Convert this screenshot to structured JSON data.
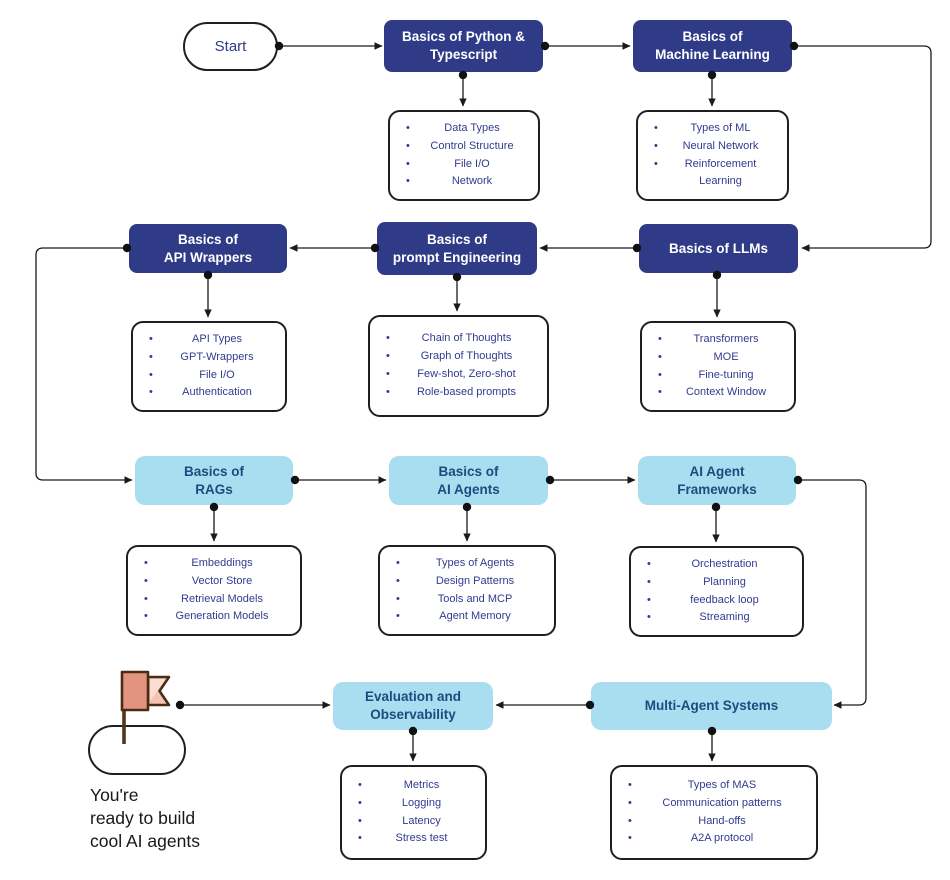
{
  "colors": {
    "node_dark_bg": "#2f3b87",
    "node_dark_text": "#ffffff",
    "node_light_bg": "#a9def1",
    "node_light_text": "#1e4b7d",
    "list_text": "#333a8f",
    "outline": "#1d1f23",
    "connector": "#1a1a1a",
    "flag_fill": "#e29480",
    "flag_light": "#f6d2c3",
    "flag_pole": "#53341a"
  },
  "start": {
    "label": "Start"
  },
  "finish": {
    "caption": "You're\nready to build\ncool AI agents"
  },
  "nodes": {
    "python": {
      "title": "Basics of Python &\nTypescript"
    },
    "ml": {
      "title": "Basics of\nMachine Learning"
    },
    "api": {
      "title": "Basics of\nAPI Wrappers"
    },
    "prompt": {
      "title": "Basics of\nprompt Engineering"
    },
    "llms": {
      "title": "Basics of LLMs"
    },
    "rags": {
      "title": "Basics of\nRAGs"
    },
    "agents": {
      "title": "Basics of\nAI Agents"
    },
    "frameworks": {
      "title": "AI Agent\nFrameworks"
    },
    "evaluation": {
      "title": "Evaluation and\nObservability"
    },
    "multiagent": {
      "title": "Multi-Agent Systems"
    }
  },
  "lists": {
    "python": {
      "items": [
        "Data Types",
        "Control Structure",
        "File I/O",
        "Network"
      ]
    },
    "ml": {
      "items": [
        "Types of ML",
        "Neural Network",
        "Reinforcement Learning"
      ]
    },
    "api": {
      "items": [
        "API Types",
        "GPT-Wrappers",
        "File I/O",
        "Authentication"
      ]
    },
    "prompt": {
      "items": [
        "Chain of Thoughts",
        "Graph of Thoughts",
        "Few-shot, Zero-shot",
        "Role-based prompts"
      ]
    },
    "llms": {
      "items": [
        "Transformers",
        "MOE",
        "Fine-tuning",
        "Context Window"
      ]
    },
    "rags": {
      "items": [
        "Embeddings",
        "Vector Store",
        "Retrieval Models",
        "Generation Models"
      ]
    },
    "agents": {
      "items": [
        "Types of Agents",
        "Design Patterns",
        "Tools and MCP",
        "Agent Memory"
      ]
    },
    "frameworks": {
      "items": [
        "Orchestration",
        "Planning",
        "feedback loop",
        "Streaming"
      ]
    },
    "evaluation": {
      "items": [
        "Metrics",
        "Logging",
        "Latency",
        "Stress test"
      ]
    },
    "multiagent": {
      "items": [
        "Types of MAS",
        "Communication patterns",
        "Hand-offs",
        "A2A protocol"
      ]
    }
  }
}
